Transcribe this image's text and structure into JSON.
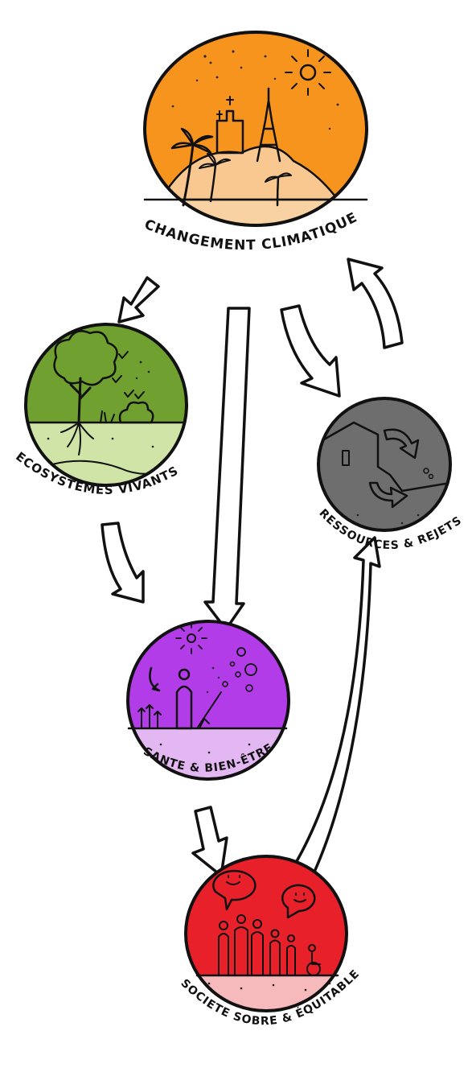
{
  "nodes": {
    "climate": {
      "label": "CHANGEMENT CLIMATIQUE",
      "color": "#F7941D",
      "ground_color": "#F8D2A3",
      "icons": [
        "sun-icon",
        "church-icon",
        "tower-icon",
        "palm-tree-icon",
        "hill-icon"
      ]
    },
    "ecosystems": {
      "label": "ECOSYSTEMES VIVANTS",
      "color": "#6FA030",
      "ground_color": "#CFE4A6",
      "icons": [
        "tree-icon",
        "bird-icon",
        "bush-icon",
        "roots-icon"
      ]
    },
    "resources": {
      "label": "RESSOURCES & REJETS",
      "color": "#6E6E6E",
      "ground_color": "#BEBEBE",
      "icons": [
        "house-icon",
        "cycle-arrow-icon"
      ]
    },
    "health": {
      "label": "SANTE & BIEN-ÊTRE",
      "color": "#B23DE8",
      "ground_color": "#E3B8F2",
      "icons": [
        "sun-icon",
        "person-icon",
        "bubbles-icon",
        "plant-icon"
      ]
    },
    "society": {
      "label": "SOCIETE SOBRE & ÉQUITABLE",
      "color": "#E8202A",
      "ground_color": "#F6B9BC",
      "icons": [
        "speech-bubble-icon",
        "people-group-icon",
        "wheelchair-icon"
      ]
    }
  },
  "edges": [
    {
      "from": "climate",
      "to": "ecosystems"
    },
    {
      "from": "climate",
      "to": "health"
    },
    {
      "from": "climate",
      "to": "resources"
    },
    {
      "from": "resources",
      "to": "climate"
    },
    {
      "from": "ecosystems",
      "to": "health"
    },
    {
      "from": "health",
      "to": "society"
    },
    {
      "from": "society",
      "to": "resources"
    }
  ]
}
